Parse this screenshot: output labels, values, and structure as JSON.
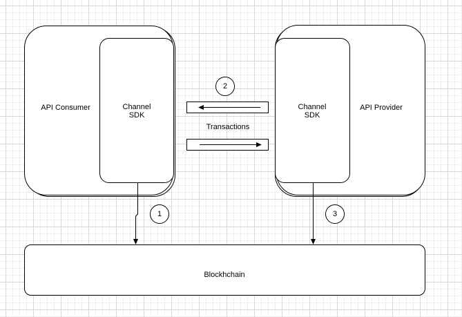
{
  "consumer": {
    "label": "API Consumer"
  },
  "consumer_sdk": {
    "line1": "Channel",
    "line2": "SDK"
  },
  "provider": {
    "label": "API Provider"
  },
  "provider_sdk": {
    "line1": "Channel",
    "line2": "SDK"
  },
  "transactions": {
    "label": "Transactions"
  },
  "blockchain": {
    "label": "Blockhchain"
  },
  "steps": {
    "one": "1",
    "two": "2",
    "three": "3"
  }
}
